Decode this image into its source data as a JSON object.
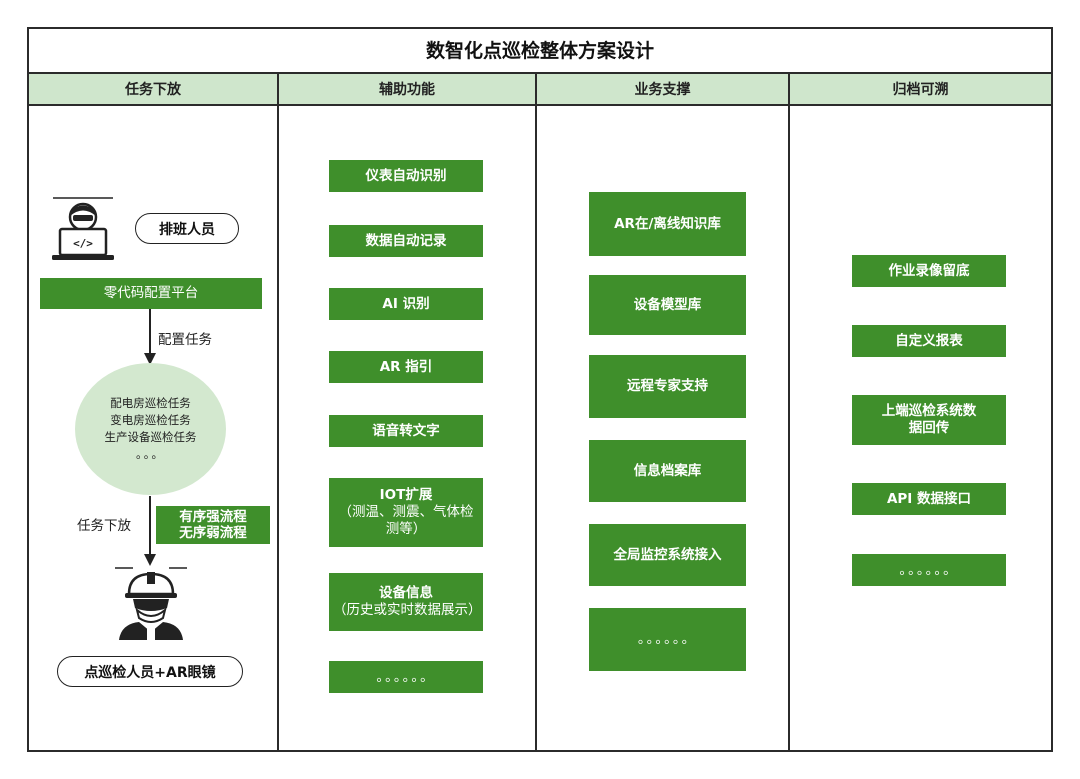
{
  "title": "数智化点巡检整体方案设计",
  "columns": [
    "任务下放",
    "辅助功能",
    "业务支撑",
    "归档可溯"
  ],
  "task_column": {
    "scheduler_label": "排班人员",
    "platform_label": "零代码配置平台",
    "arrow1_label": "配置任务",
    "task_types": [
      "配电房巡检任务",
      "变电房巡检任务",
      "生产设备巡检任务",
      "。。。"
    ],
    "arrow2_label": "任务下放",
    "flow_types": [
      "有序强流程",
      "无序弱流程"
    ],
    "inspector_label": "点巡检人员+AR眼镜",
    "laptop_code": "</>"
  },
  "aux_functions": [
    {
      "text": "仪表自动识别"
    },
    {
      "text": "数据自动记录"
    },
    {
      "text": "AI 识别"
    },
    {
      "text": "AR 指引"
    },
    {
      "text": "语音转文字"
    },
    {
      "text": "IOT扩展",
      "sub": "（测温、测震、气体检测等）"
    },
    {
      "text": "设备信息",
      "sub": "（历史或实时数据展示）"
    },
    {
      "text": "。。。。。。"
    }
  ],
  "business_support": [
    "AR在/离线知识库",
    "设备模型库",
    "远程专家支持",
    "信息档案库",
    "全局监控系统接入",
    "。。。。。。"
  ],
  "archive": [
    "作业录像留底",
    "自定义报表",
    "上端巡检系统数据回传",
    "API 数据接口",
    "。。。。。。"
  ],
  "colors": {
    "box_green": "#3f8f2b",
    "header_green": "#cfe6cc",
    "ellipse_green": "#d3e8cf"
  }
}
